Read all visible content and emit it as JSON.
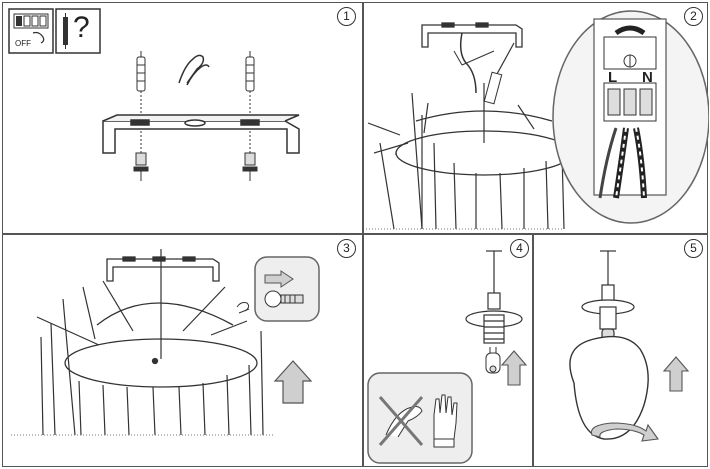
{
  "steps": [
    {
      "number": "1"
    },
    {
      "number": "2"
    },
    {
      "number": "3"
    },
    {
      "number": "4"
    },
    {
      "number": "5"
    }
  ],
  "switch_label": "OFF",
  "question_mark": "?",
  "terminal_labels": {
    "live": "L",
    "neutral": "N"
  },
  "colors": {
    "line": "#333333",
    "light_gray": "#e8e8e8",
    "arrow_fill": "#cfcfcf",
    "panel_border": "#555555"
  }
}
